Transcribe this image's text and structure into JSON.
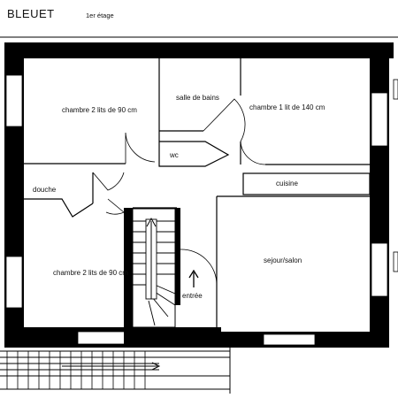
{
  "header": {
    "title": "BLEUET",
    "floor": "1er étage"
  },
  "rooms": {
    "bedroom_top_left": "chambre 2 lits de 90 cm",
    "bathroom": "salle de bains",
    "bedroom_double": "chambre 1 lit de 140 cm",
    "wc": "wc",
    "kitchen": "cuisine",
    "shower": "douche",
    "bedroom_bottom_left": "chambre 2 lits de 90 cm",
    "living": "sejour/salon",
    "entrance": "entrée"
  }
}
